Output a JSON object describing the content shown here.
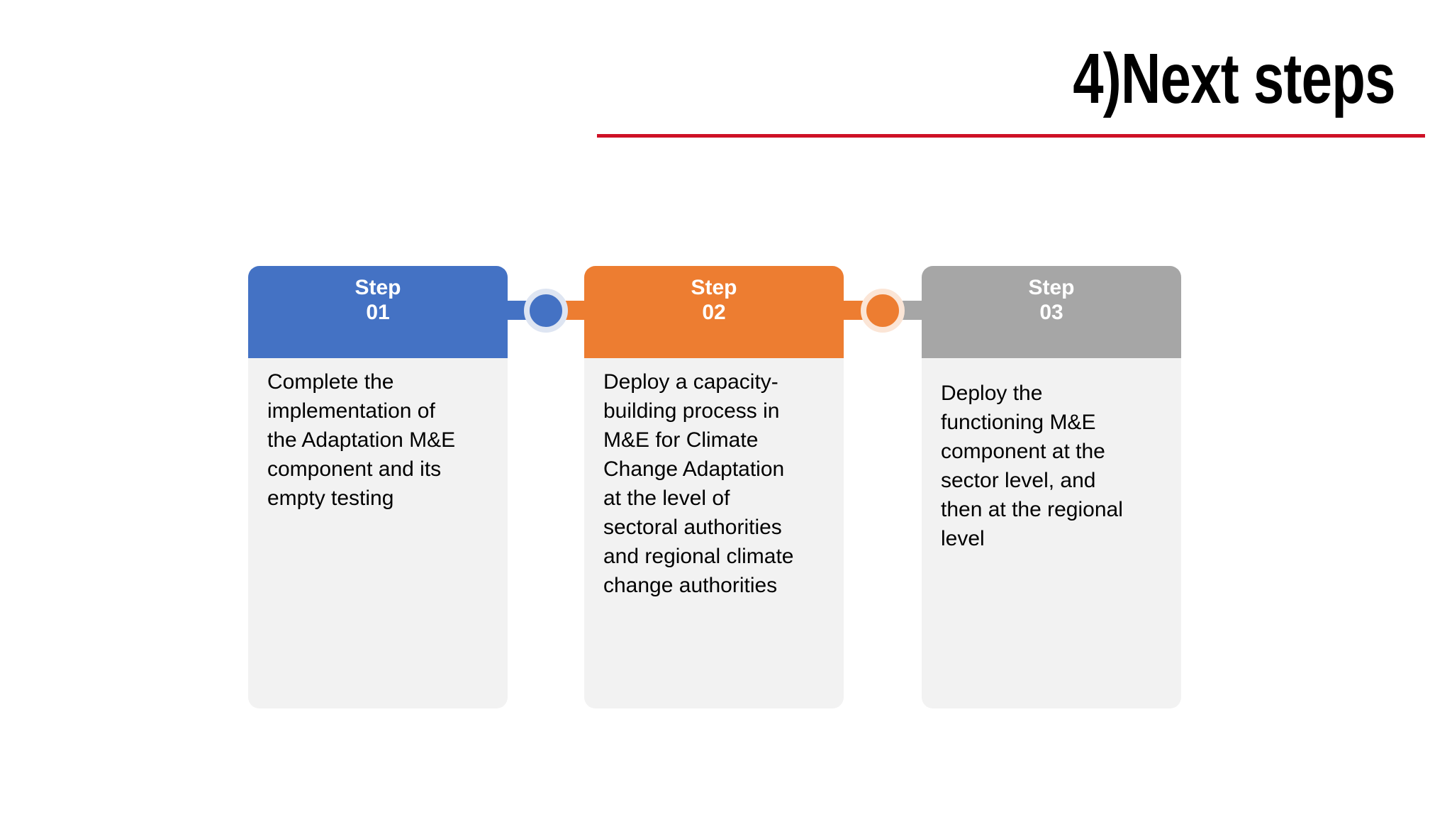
{
  "slide": {
    "title": "4)Next steps",
    "title_color": "#000000",
    "accent_line_color": "#CE1126",
    "background_color": "#FFFFFF",
    "card_body_color": "#F2F2F2"
  },
  "steps": [
    {
      "label": "Step",
      "number": "01",
      "header_color": "#4472C4",
      "body": "Complete the\nimplementation of\nthe Adaptation M&E\ncomponent and its\nempty testing"
    },
    {
      "label": "Step",
      "number": "02",
      "header_color": "#ED7D31",
      "body": "Deploy a capacity-\nbuilding process in\nM&E for Climate\nChange Adaptation\nat the level of\nsectoral authorities\nand regional climate\nchange authorities"
    },
    {
      "label": "Step",
      "number": "03",
      "header_color": "#A6A6A6",
      "body": "Deploy the\nfunctioning M&E\ncomponent at the\nsector level, and\nthen at the regional\nlevel"
    }
  ],
  "connectors": [
    {
      "left_color": "#4472C4",
      "right_color": "#ED7D31",
      "dot_color": "#4472C4",
      "ring_color": "#DEE5F2"
    },
    {
      "left_color": "#ED7D31",
      "right_color": "#A6A6A6",
      "dot_color": "#ED7D31",
      "ring_color": "#FBE5D6"
    }
  ]
}
